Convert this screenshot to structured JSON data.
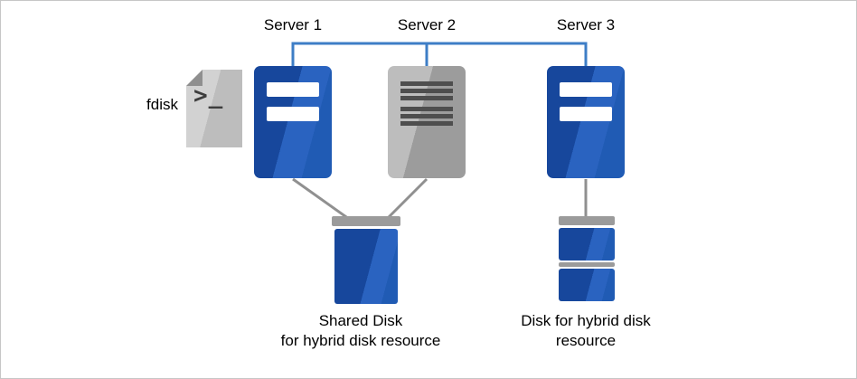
{
  "servers": [
    {
      "label": "Server 1"
    },
    {
      "label": "Server 2"
    },
    {
      "label": "Server 3"
    }
  ],
  "fdisk": {
    "label": "fdisk",
    "icon_glyph": ">_"
  },
  "shared_disk": {
    "caption": [
      "Shared Disk",
      "for hybrid disk resource"
    ]
  },
  "hybrid_disk": {
    "caption": [
      "Disk for hybrid disk",
      "resource"
    ]
  },
  "colors": {
    "server_blue": "#1d4fa1",
    "server_blue_light": "#2a63c0",
    "server_gray": "#9c9c9c",
    "stripe_dark": "#4e4e4e",
    "connector_blue": "#3e7ec6",
    "connector_gray": "#909090",
    "disk_cap_gray": "#9b9b9b",
    "document_gray": "#c9c9c9"
  }
}
